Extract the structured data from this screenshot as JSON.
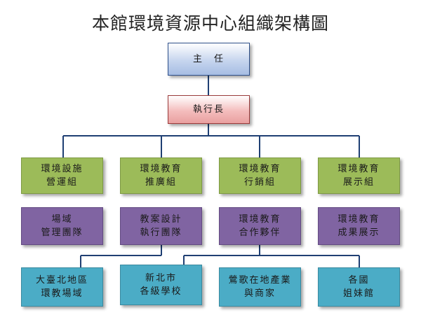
{
  "title": "本館環境資源中心組織架構圖",
  "director": {
    "lines": [
      "主　任"
    ]
  },
  "ceo": {
    "lines": [
      "執行長"
    ]
  },
  "groups": [
    {
      "lines": [
        "環境設施",
        "營運組"
      ]
    },
    {
      "lines": [
        "環境教育",
        "推廣組"
      ]
    },
    {
      "lines": [
        "環境教育",
        "行銷組"
      ]
    },
    {
      "lines": [
        "環境教育",
        "展示組"
      ]
    }
  ],
  "teams": [
    {
      "lines": [
        "場域",
        "管理團隊"
      ]
    },
    {
      "lines": [
        "教案設計",
        "執行團隊"
      ]
    },
    {
      "lines": [
        "環境教育",
        "合作夥伴"
      ]
    },
    {
      "lines": [
        "環境教育",
        "成果展示"
      ]
    }
  ],
  "partners": [
    {
      "lines": [
        "大臺北地區",
        "環教場域"
      ]
    },
    {
      "lines": [
        "新北市",
        "各級學校"
      ]
    },
    {
      "lines": [
        "鶯歌在地產業",
        "與商家"
      ]
    },
    {
      "lines": [
        "各國",
        "姐妹館"
      ]
    }
  ],
  "colors": {
    "director": "#c6d5ee",
    "ceo": "#f4bdbd",
    "group": "#9cbb59",
    "team": "#8064a2",
    "partner": "#4bacc6",
    "connector": "#1f3f73"
  }
}
